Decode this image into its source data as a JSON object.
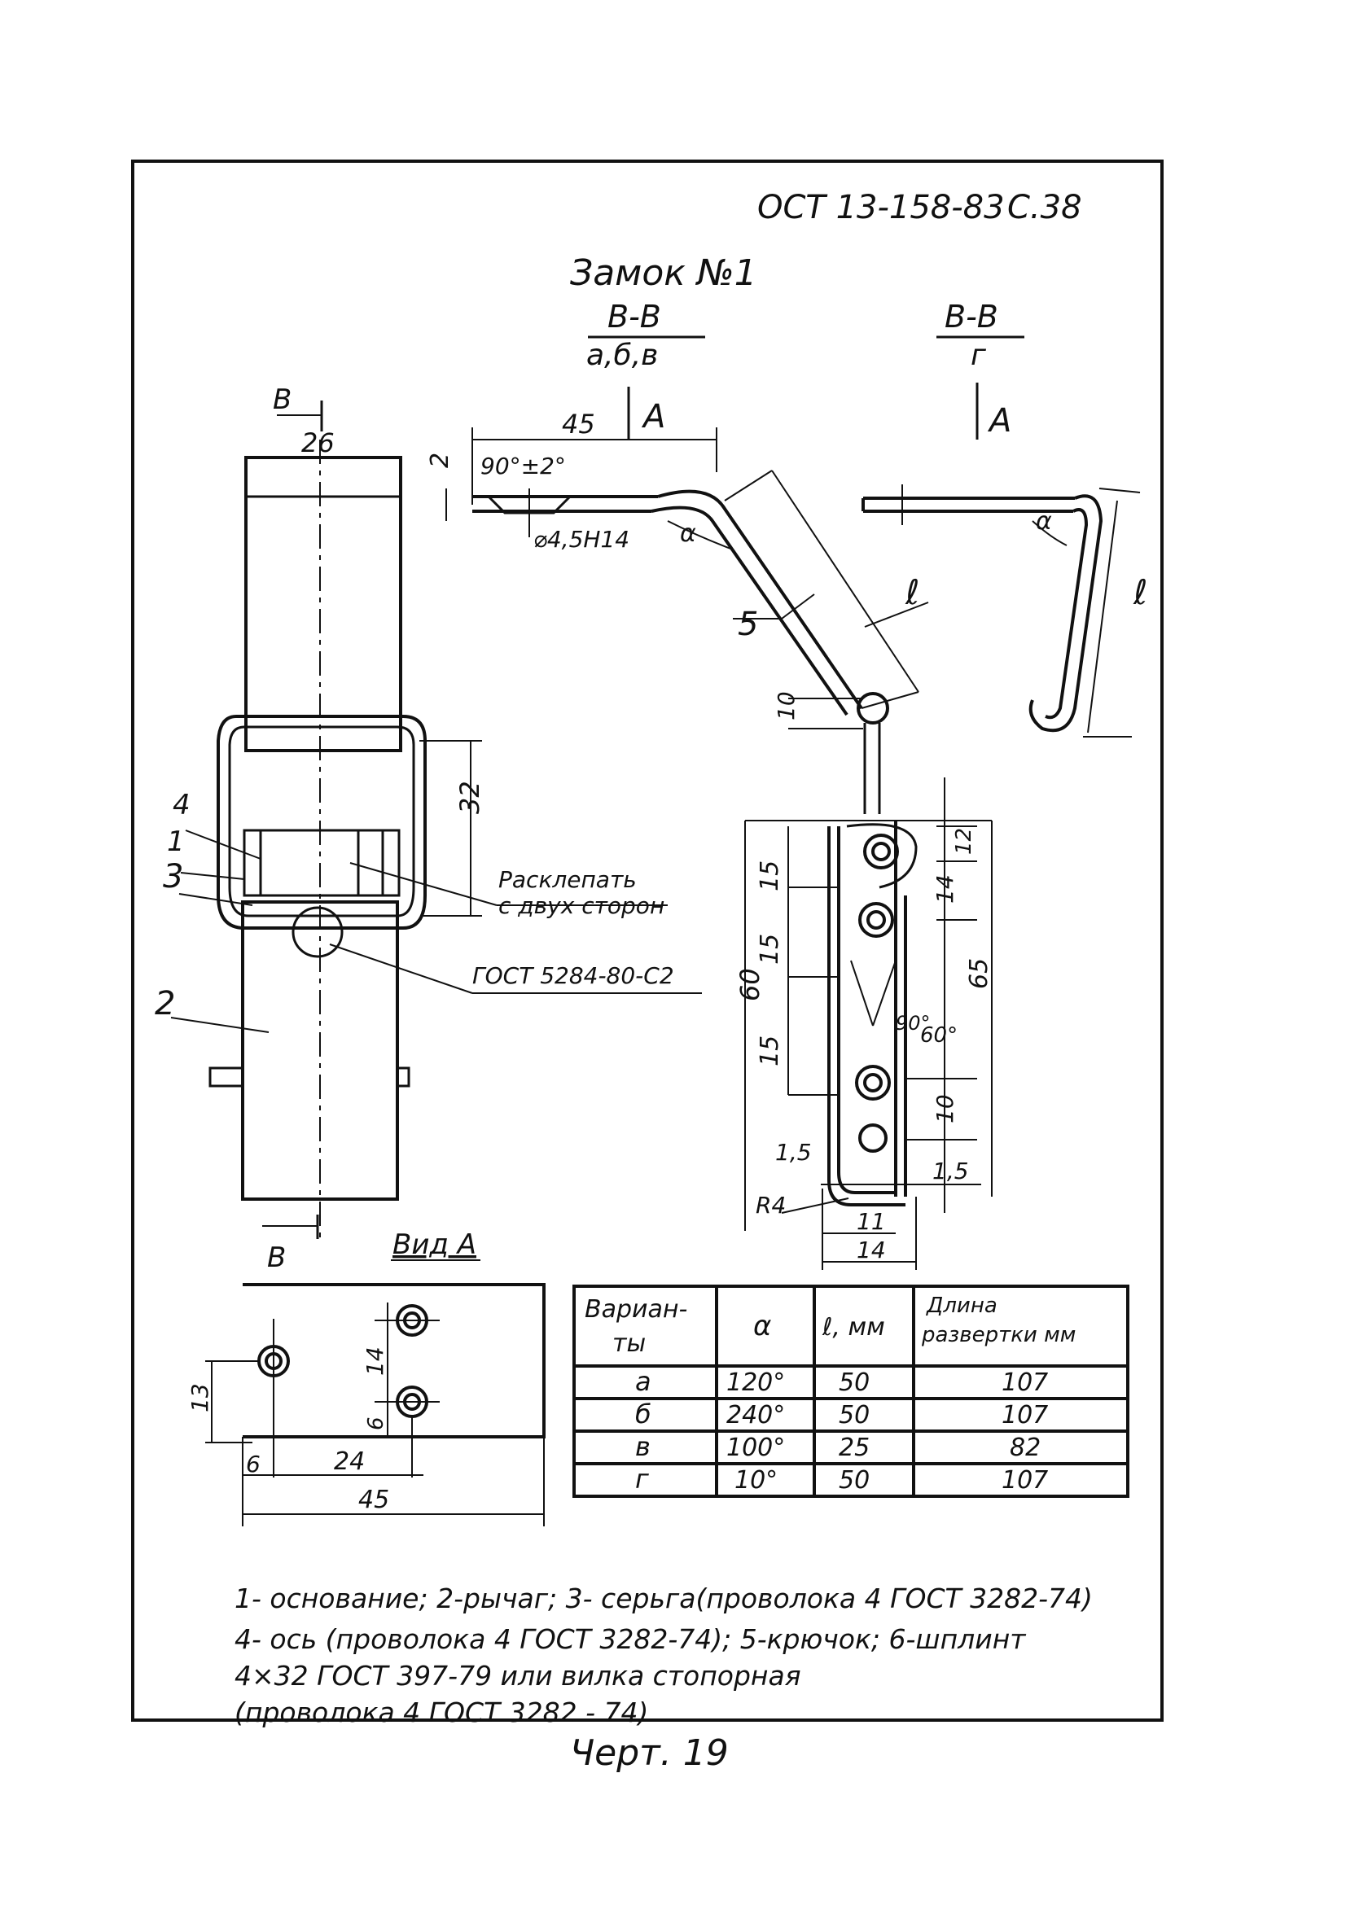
{
  "header": {
    "code": "ОСТ 13-158-83",
    "page": "С.38"
  },
  "title": "Замок №1",
  "sections": {
    "main": {
      "top": "В-В",
      "bottom": "а,б,в"
    },
    "variant_g": {
      "top": "В-В",
      "bottom": "г"
    }
  },
  "view_a_label": "Вид А",
  "section_mark": "В",
  "view_mark": "А",
  "dims": {
    "width_26": "26",
    "len_45": "45",
    "thick_2": "2",
    "chamfer": "90°±2°",
    "hole": "⌀4,5Н14",
    "angle_alpha": "α",
    "len_l": "ℓ",
    "d10": "10",
    "d32": "32",
    "d15": "15",
    "d60": "60",
    "d65": "65",
    "d14": "14",
    "d11": "11",
    "d1_5": "1,5",
    "r4": "R4",
    "a60": "60°",
    "a90": "90°",
    "d12": "12",
    "d13": "13",
    "d6": "6",
    "d24": "24"
  },
  "callouts": {
    "rivet_note_1": "Расклепать",
    "rivet_note_2": "с двух сторон",
    "gost_ref": "ГОСТ 5284-80-С2",
    "n1": "1",
    "n2": "2",
    "n3": "3",
    "n4": "4",
    "n5": "5"
  },
  "variants_table": {
    "headers": [
      "Вариан-ты",
      "α",
      "ℓ, мм",
      "Длина развертки мм"
    ],
    "rows": [
      [
        "а",
        "120°",
        "50",
        "107"
      ],
      [
        "б",
        "240°",
        "50",
        "107"
      ],
      [
        "в",
        "100°",
        "25",
        "82"
      ],
      [
        "г",
        "10°",
        "50",
        "107"
      ]
    ]
  },
  "legend": [
    "1- основание; 2-рычаг; 3- серьга(проволока 4 ГОСТ 3282-74)",
    "4- ось (проволока 4 ГОСТ 3282-74); 5-крючок; 6-шплинт",
    "4×32 ГОСТ 397-79 или вилка стопорная",
    "(проволока 4 ГОСТ 3282 - 74)"
  ],
  "drawing_no": "Черт. 19"
}
